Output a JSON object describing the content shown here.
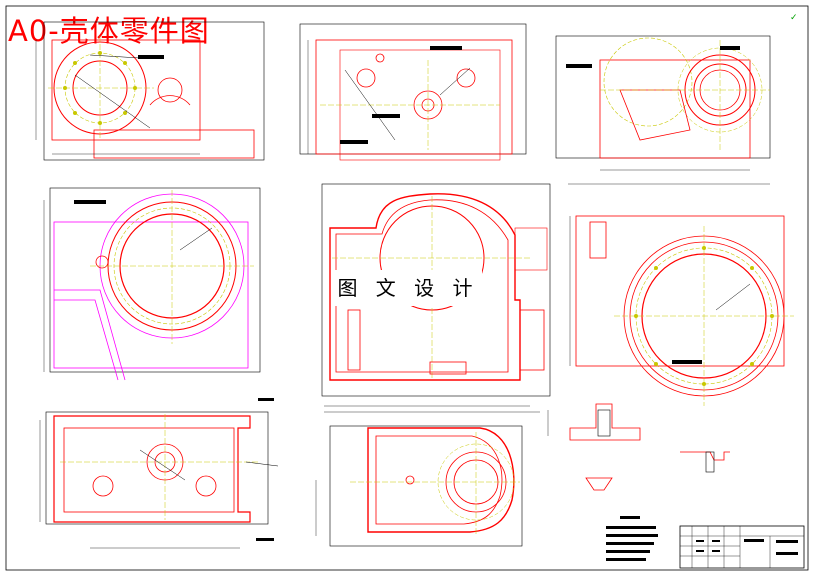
{
  "drawing": {
    "title": "A0-壳体零件图",
    "watermark": "图 文 设 计"
  },
  "colors": {
    "outline": "#ff0000",
    "centerline": "#c8c800",
    "dimension": "#000000",
    "hatch": "#ff00ff",
    "note_green": "#00a000"
  },
  "views": [
    "top-left-view",
    "top-middle-view",
    "top-right-view",
    "middle-left-view",
    "main-section-view",
    "middle-right-view",
    "bottom-left-view",
    "bottom-middle-view",
    "detail-view-a",
    "detail-view-b",
    "title-block"
  ]
}
